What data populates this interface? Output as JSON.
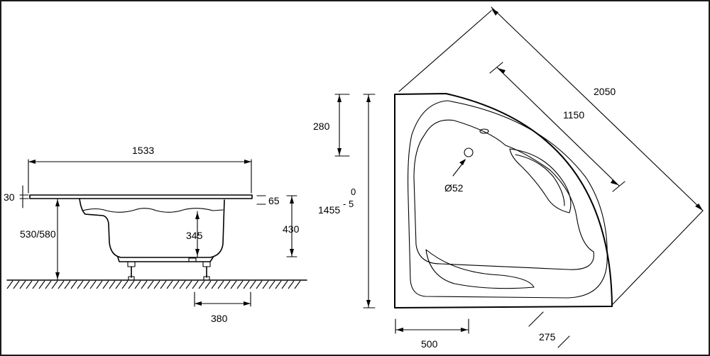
{
  "side_view": {
    "overall_length": "1533",
    "rim_height": "30",
    "height_floor_to_rim": "530/580",
    "inner_depth": "345",
    "skirt_offset": "65",
    "total_height": "430",
    "foot_spacing": "380"
  },
  "top_view": {
    "diagonal_outer": "2050",
    "diagonal_inner": "1150",
    "backrest_depth": "280",
    "side_length": "1455",
    "tolerance_upper": "0",
    "tolerance_lower": "- 5",
    "drain_diameter": "Ø52",
    "corner_offset": "500",
    "front_offset": "275"
  }
}
